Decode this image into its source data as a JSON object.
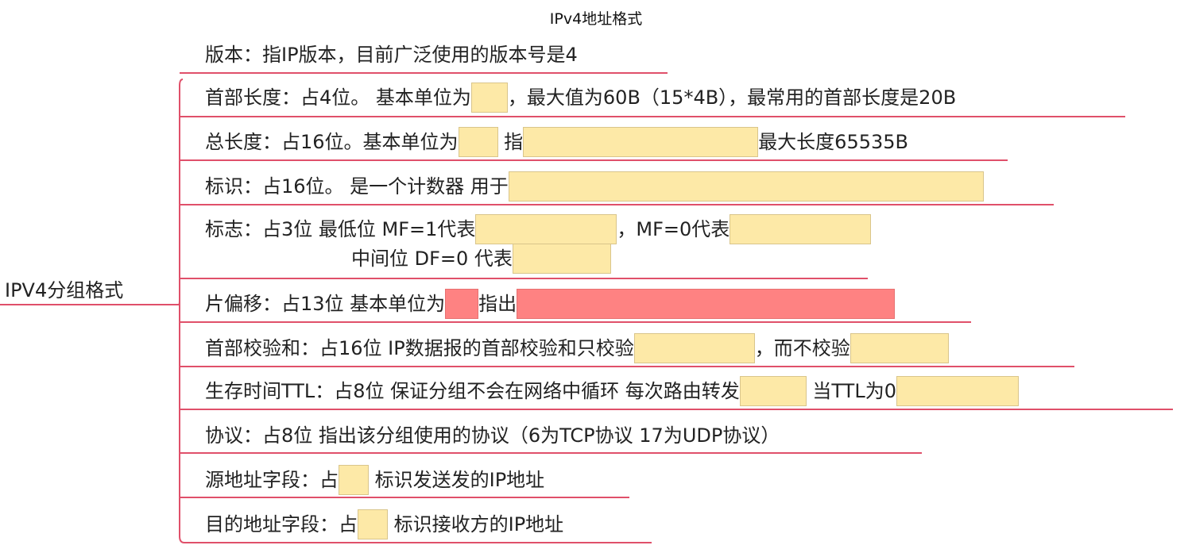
{
  "title": "IPv4地址格式",
  "root": "IPV4分组格式",
  "colors": {
    "branch_line": "#e0506a",
    "blank_box": "#fde9a7",
    "highlight_box": "#fe8282"
  },
  "rows": [
    {
      "text": [
        "版本：指IP版本，目前广泛使用的版本号是4"
      ]
    },
    {
      "text": [
        "首部长度：占4位。  基本单位为",
        "，最大值为60B（15*4B），最常用的首部长度是20B"
      ]
    },
    {
      "text": [
        "总长度：占16位。基本单位为",
        " 指",
        "最大长度65535B"
      ]
    },
    {
      "text": [
        "标识：占16位。 是一个计数器 用于"
      ]
    },
    {
      "text": [
        "标志：占3位  最低位 MF=1代表",
        "，MF=0代表"
      ],
      "line2": "中间位 DF=0 代表"
    },
    {
      "text": [
        "片偏移：占13位  基本单位为",
        "指出"
      ]
    },
    {
      "text": [
        "首部校验和：占16位  IP数据报的首部校验和只校验",
        "，而不校验"
      ]
    },
    {
      "text": [
        "生存时间TTL：占8位  保证分组不会在网络中循环  每次路由转发",
        "  当TTL为0"
      ]
    },
    {
      "text": [
        "协议：占8位  指出该分组使用的协议（6为TCP协议  17为UDP协议）"
      ]
    },
    {
      "text": [
        "源地址字段：占",
        "  标识发送发的IP地址"
      ]
    },
    {
      "text": [
        "目的地址字段：占",
        "  标识接收方的IP地址"
      ]
    }
  ]
}
